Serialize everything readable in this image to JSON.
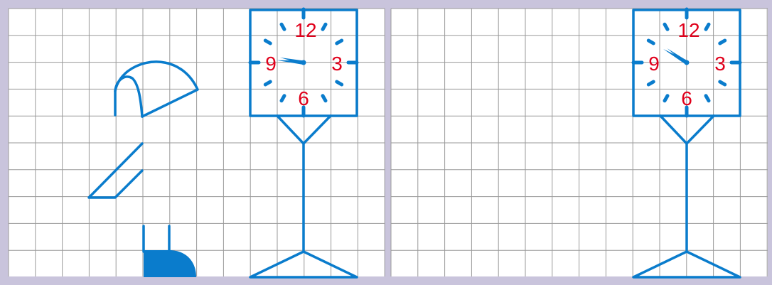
{
  "colors": {
    "frame": "#c9c4dc",
    "paper": "#ffffff",
    "grid": "#9a9a9a",
    "drawing": "#0a7ccc",
    "numerals": "#e0001b"
  },
  "left_panel": {
    "clock_numerals": {
      "twelve": "12",
      "three": "3",
      "six": "6",
      "nine": "9"
    }
  },
  "right_panel": {
    "clock_numerals": {
      "twelve": "12",
      "three": "3",
      "six": "6",
      "nine": "9"
    }
  }
}
